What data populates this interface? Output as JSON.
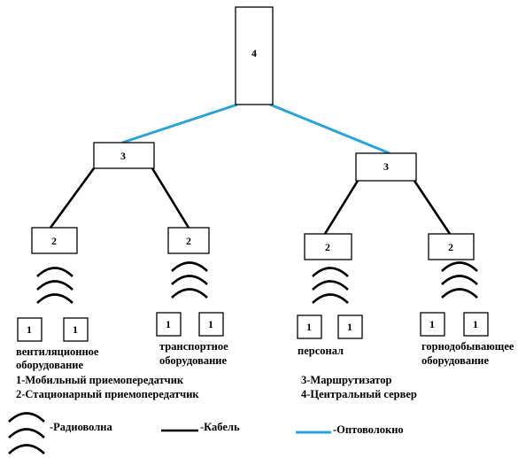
{
  "nodes": {
    "server": "4",
    "router_left": "3",
    "router_right": "3",
    "station_1": "2",
    "station_2": "2",
    "station_3": "2",
    "station_4": "2",
    "mobile_1a": "1",
    "mobile_1b": "1",
    "mobile_2a": "1",
    "mobile_2b": "1",
    "mobile_3a": "1",
    "mobile_3b": "1",
    "mobile_4a": "1",
    "mobile_4b": "1"
  },
  "groups": {
    "g1": [
      "вентиляционное",
      "оборудование"
    ],
    "g2": [
      "транспортное",
      "оборудование"
    ],
    "g3": [
      "персонал"
    ],
    "g4": [
      "горнодобывающее",
      "оборудование"
    ]
  },
  "legend_numbers": {
    "item1": "1-Мобильный приемопередатчик",
    "item2": "2-Стационарный приемопередатчик",
    "item3": "3-Маршрутизатор",
    "item4": "4-Центральный сервер"
  },
  "legend_lines": {
    "radio": "-Радиоволна",
    "cable": "-Кабель",
    "fiber": "-Оптоволокно"
  },
  "colors": {
    "fiber": "#29a3e0",
    "cable": "#000000"
  }
}
